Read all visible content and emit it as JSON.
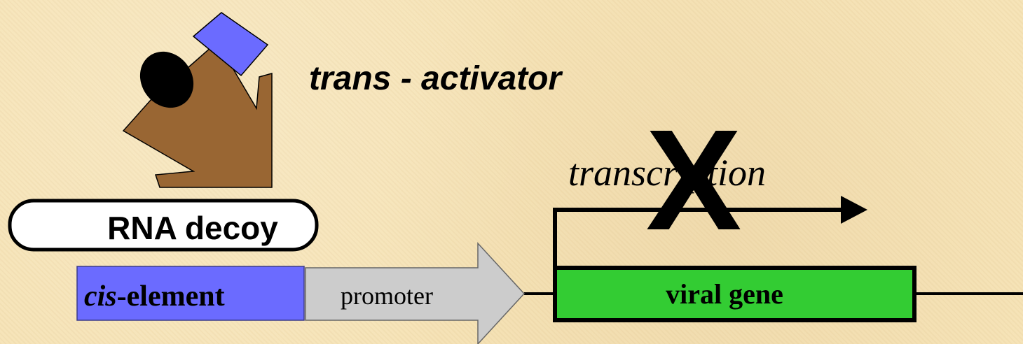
{
  "labels": {
    "trans_activator": "trans - activator",
    "transcription": "transcription",
    "rna_decoy": "RNA decoy",
    "cis_italic": "cis",
    "cis_rest": "-element",
    "promoter": "promoter",
    "viral_gene": "viral gene",
    "block_mark": "X"
  },
  "colors": {
    "background": "#f5e2b4",
    "trans_activator_body": "#996633",
    "trans_activator_square": "#6b6bff",
    "trans_activator_dot": "#000000",
    "cis_element": "#6b6bff",
    "promoter": "#cccccc",
    "viral_gene": "#33cc33",
    "rna_decoy_fill": "#ffffff",
    "line": "#000000"
  }
}
